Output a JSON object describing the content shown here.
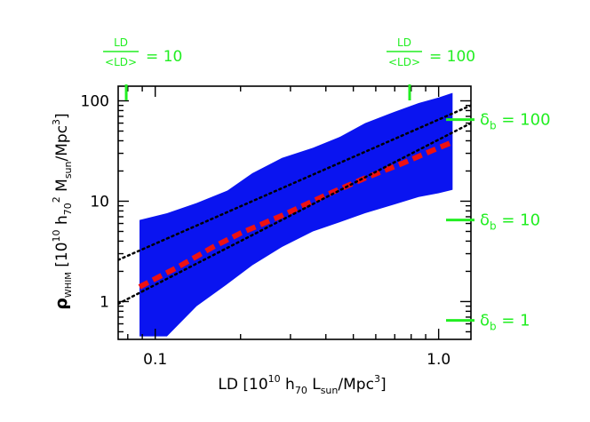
{
  "chart_data": {
    "type": "area",
    "xscale": "log",
    "yscale": "log",
    "xlim": [
      0.074,
      1.3
    ],
    "ylim": [
      0.42,
      140
    ],
    "xticks": [
      {
        "value": 0.1,
        "label": "0.1"
      },
      {
        "value": 1.0,
        "label": "1.0"
      }
    ],
    "yticks": [
      {
        "value": 1,
        "label": "1"
      },
      {
        "value": 10,
        "label": "10"
      },
      {
        "value": 100,
        "label": "100"
      }
    ],
    "xlabel": {
      "main": "LD  [10",
      "exp1": "10",
      "mid1": " h",
      "sub1": "70",
      "mid2": " L",
      "sub2": "sun",
      "end": "/Mpc",
      "exp2": "3",
      "close": "]"
    },
    "ylabel": {
      "rho": "ρ",
      "rho_sub": "WHIM",
      "open": "  [10",
      "exp1": "10",
      "mid1": " h",
      "sub1": "70",
      "exp2": "2",
      "mid2": " M",
      "sub2": "sun",
      "end": "/Mpc",
      "exp3": "3",
      "close": "]"
    },
    "band": {
      "color": "#0a14f0",
      "x": [
        0.088,
        0.11,
        0.14,
        0.18,
        0.22,
        0.28,
        0.36,
        0.45,
        0.55,
        0.7,
        0.85,
        1.0,
        1.12
      ],
      "upper": [
        6.5,
        7.6,
        9.6,
        12.8,
        19.0,
        27.0,
        34.0,
        44.0,
        60.0,
        78.0,
        95.0,
        108.0,
        120.0
      ],
      "lower": [
        0.45,
        0.45,
        0.9,
        1.5,
        2.3,
        3.5,
        5.0,
        6.2,
        7.6,
        9.3,
        11.0,
        12.0,
        13.0
      ]
    },
    "series": [
      {
        "style": "dashed",
        "color": "#ee1111",
        "x": [
          0.088,
          0.12,
          0.16,
          0.2,
          0.28,
          0.4,
          0.55,
          0.75,
          0.95,
          1.1
        ],
        "y": [
          1.4,
          2.2,
          3.5,
          4.8,
          7.2,
          11.5,
          17.0,
          24.0,
          32.0,
          38.0
        ]
      },
      {
        "style": "dotted",
        "color": "#000000",
        "x": [
          0.074,
          1.3
        ],
        "y": [
          2.6,
          90.0
        ]
      },
      {
        "style": "dotted",
        "color": "#000000",
        "x": [
          0.074,
          1.3
        ],
        "y": [
          0.95,
          60.0
        ]
      }
    ],
    "top_markers": [
      {
        "x": 0.079,
        "num": "LD",
        "den": "<LD>",
        "value": "= 10"
      },
      {
        "x": 0.79,
        "num": "LD",
        "den": "<LD>",
        "value": "= 100"
      }
    ],
    "right_markers": [
      {
        "y": 0.65,
        "symbol": "δ",
        "sub": "b",
        "value": "= 1"
      },
      {
        "y": 6.5,
        "symbol": "δ",
        "sub": "b",
        "value": "= 10"
      },
      {
        "y": 65,
        "symbol": "δ",
        "sub": "b",
        "value": "= 100"
      }
    ],
    "annotation_color": "#22ee22"
  }
}
